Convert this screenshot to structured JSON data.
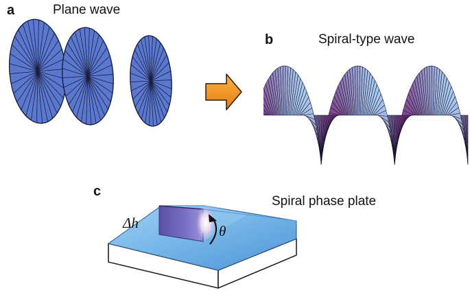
{
  "panels": {
    "a": {
      "letter": "a",
      "caption": "Plane wave"
    },
    "b": {
      "letter": "b",
      "caption": "Spiral-type wave"
    },
    "c": {
      "letter": "c",
      "caption": "Spiral phase plate",
      "step_label": "Δh",
      "angle_label": "θ"
    }
  },
  "colors": {
    "disc_fill": "#5b78cf",
    "disc_stroke": "#1a1f40",
    "arrow": "#f39418",
    "spiral_light": "#a8c8ee",
    "spiral_dark": "#7a3a86",
    "plate_top": "#7fbae8",
    "plate_step": "#6e62b8"
  },
  "icons": {
    "transition_arrow": "right-arrow-icon",
    "rotation_arrow": "curved-arrow-icon"
  }
}
